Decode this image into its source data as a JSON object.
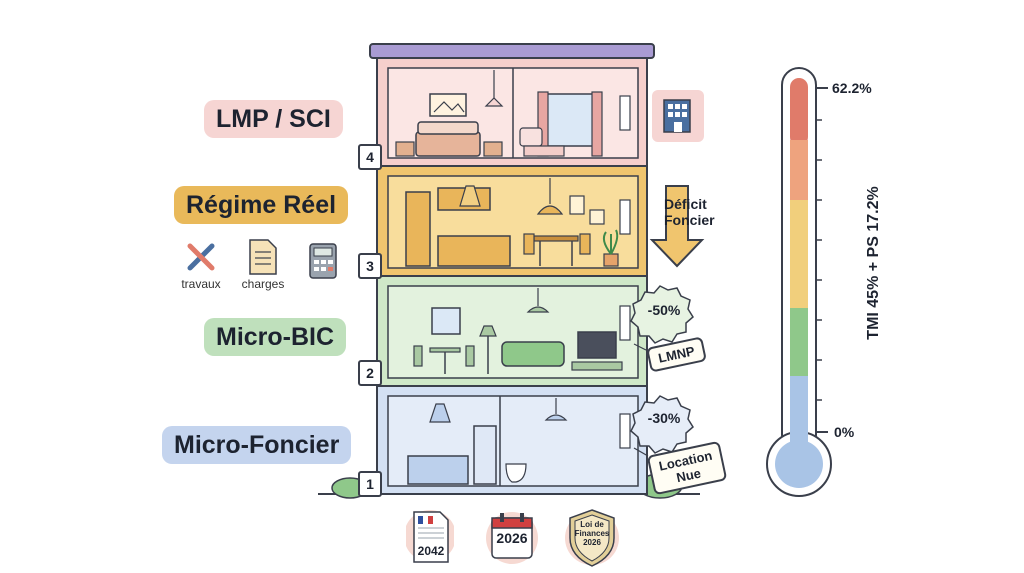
{
  "regimes": [
    {
      "label": "LMP / SCI",
      "floor": "4",
      "bg": "#f6d5d3"
    },
    {
      "label": "Régime Réel",
      "floor": "3",
      "bg": "#e9b95a"
    },
    {
      "label": "Micro-BIC",
      "floor": "2",
      "bg": "#bfe0bc"
    },
    {
      "label": "Micro-Foncier",
      "floor": "1",
      "bg": "#c4d4ee"
    }
  ],
  "expenses": {
    "works": "travaux",
    "charges": "charges"
  },
  "deficit": {
    "line1": "Déficit",
    "line2": "Foncier"
  },
  "abatements": {
    "micro_bic": {
      "rate": "-50%",
      "tag": "LMNP"
    },
    "micro_foncier": {
      "rate": "-30%",
      "tag_line1": "Location",
      "tag_line2": "Nue"
    }
  },
  "thermometer": {
    "top_label": "62.2%",
    "bottom_label": "0%",
    "axis_label": "TMI 45% + PS 17.2%"
  },
  "documents": {
    "form": "2042",
    "year": "2026",
    "law_line1": "Loi de",
    "law_line2": "Finances",
    "law_line3": "2026"
  },
  "colors": {
    "floor4": "#f5cfcc",
    "floor3": "#f0c56e",
    "floor2": "#cfe8c8",
    "floor1": "#d3e0f3",
    "roof": "#a99bd3",
    "thermo_red": "#e07b6a",
    "thermo_orange": "#eea37e",
    "thermo_yellow": "#f1cf7c",
    "thermo_green": "#8fc88a",
    "thermo_blue": "#a9c4e6"
  }
}
